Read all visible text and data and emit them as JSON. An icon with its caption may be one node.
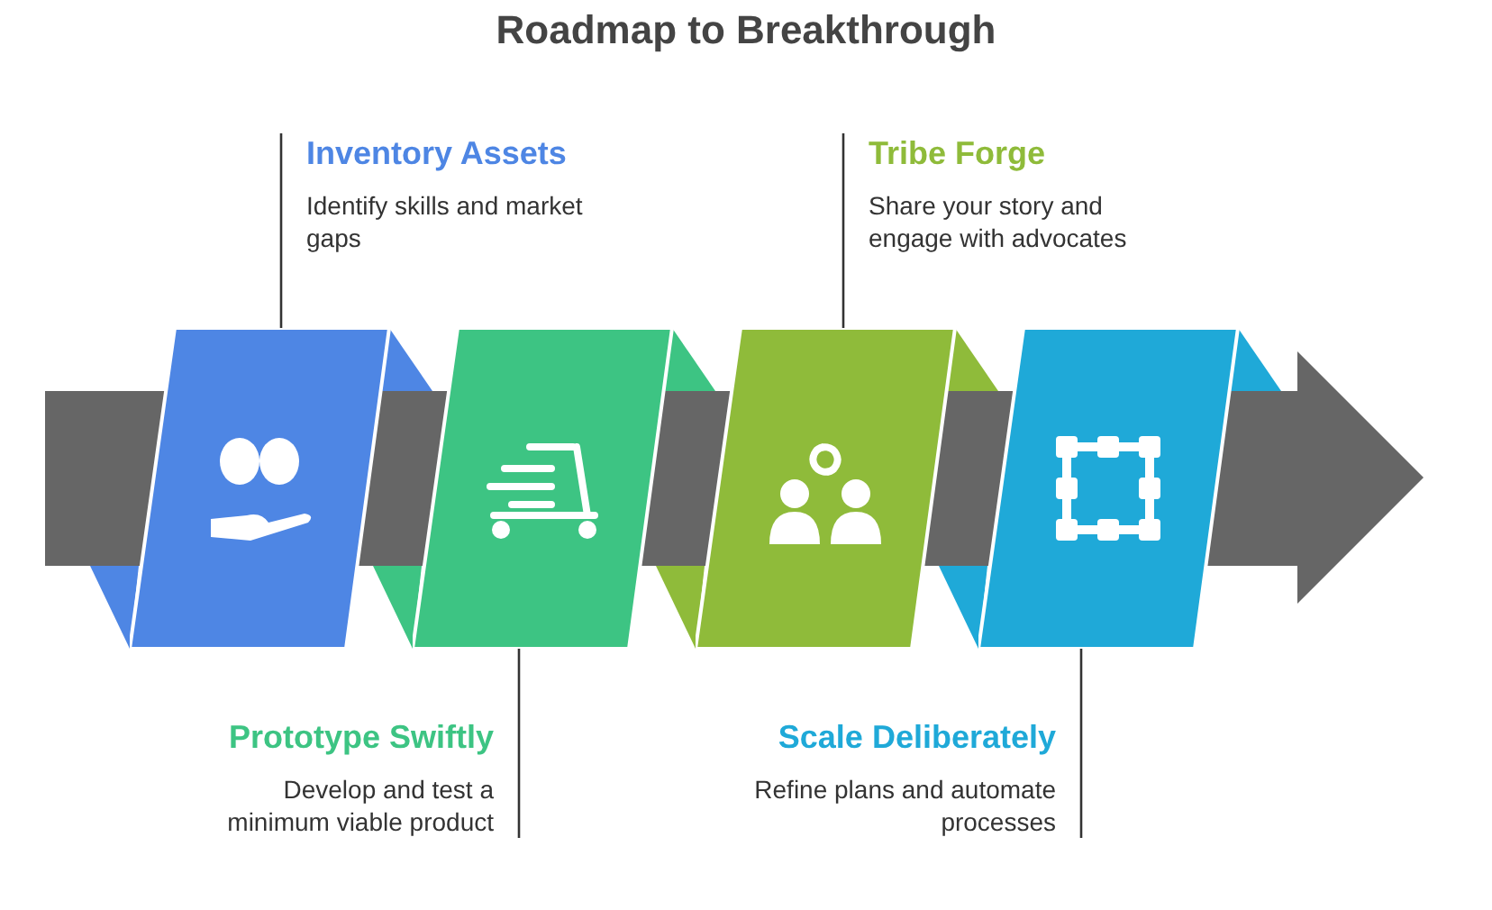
{
  "diagram": {
    "title": "Roadmap to Breakthrough",
    "nodes": [
      {
        "text": [
          "Inventory Assets",
          "Identify skills and market gaps"
        ]
      },
      {
        "text": [
          "Tribe Forge",
          "Share your story and engage with advocates"
        ]
      },
      {
        "text": [],
        "shape": "parallelogram"
      },
      {
        "text": [],
        "shape": "parallelogram"
      },
      {
        "text": [],
        "shape": "parallelogram"
      },
      {
        "text": [],
        "shape": "parallelogram"
      },
      {
        "text": [
          "Prototype Swiftly",
          "Develop and test a minimum viable product"
        ]
      },
      {
        "text": [
          "Scale Deliberately",
          "Refine plans and automate processes"
        ]
      }
    ],
    "edges": [
      {
        "from": 0,
        "to": 2,
        "arrow": "none"
      },
      {
        "from": 6,
        "to": 3,
        "arrow": "none"
      },
      {
        "from": 1,
        "to": 4,
        "arrow": "none"
      },
      {
        "from": 7,
        "to": 5,
        "arrow": "none"
      }
    ]
  }
}
